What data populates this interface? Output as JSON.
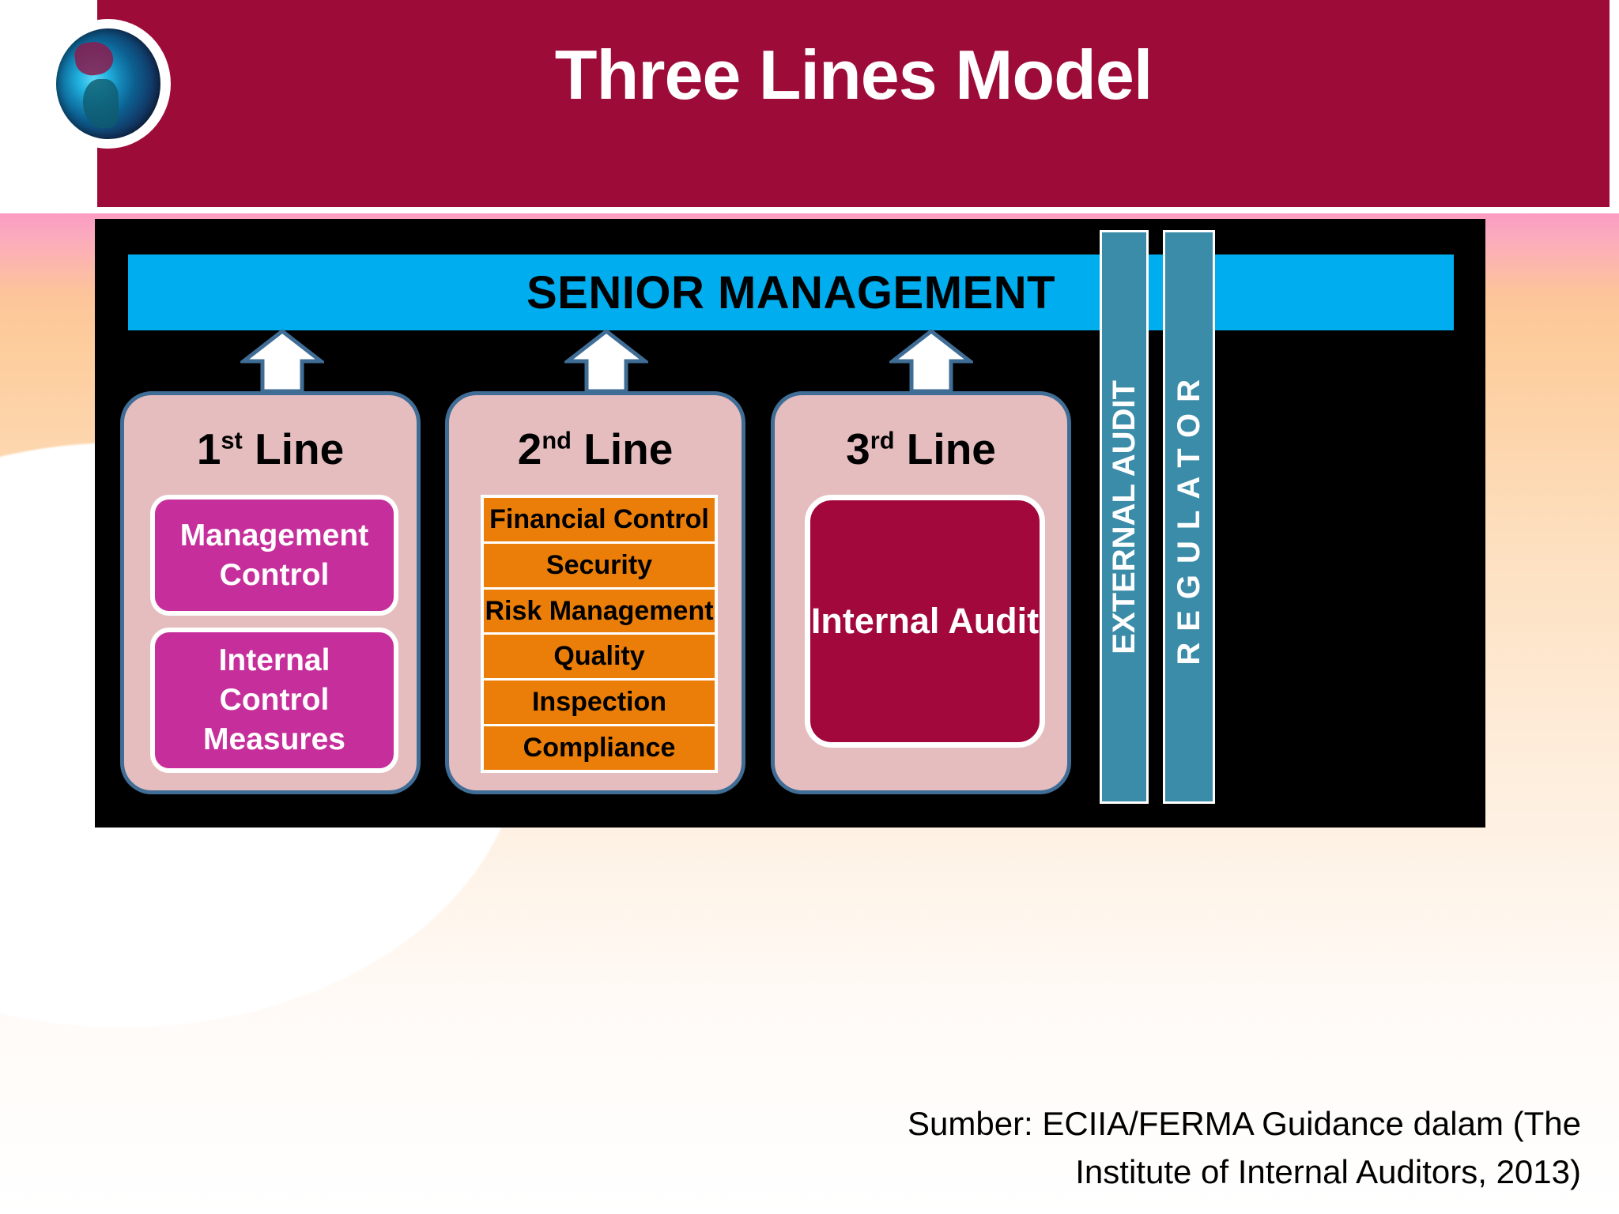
{
  "header": {
    "title": "Three Lines Model",
    "logo_icon": "globe-icon",
    "band_color": "#9d0b39"
  },
  "diagram": {
    "senior_management": {
      "label": "SENIOR  MANAGEMENT",
      "color": "#00ADEF",
      "text_color": "#000000"
    },
    "arrows": [
      {
        "name": "arrow-first-line",
        "direction": "up"
      },
      {
        "name": "arrow-second-line",
        "direction": "up"
      },
      {
        "name": "arrow-third-line",
        "direction": "up"
      }
    ],
    "lines": [
      {
        "ordinal": "1",
        "suffix": "st",
        "title_word": " Line",
        "panel_color": "#e5bdbf",
        "border_color": "#3f6d96",
        "boxes": [
          {
            "label": "Management Control",
            "color": "#c62f9b",
            "text_color": "#ffffff"
          },
          {
            "label": "Internal Control Measures",
            "color": "#c62f9b",
            "text_color": "#ffffff"
          }
        ]
      },
      {
        "ordinal": "2",
        "suffix": "nd",
        "title_word": " Line",
        "panel_color": "#e5bdbf",
        "border_color": "#3f6d96",
        "items_color": "#ea7e08",
        "items": [
          "Financial Control",
          "Security",
          "Risk Management",
          "Quality",
          "Inspection",
          "Compliance"
        ]
      },
      {
        "ordinal": "3",
        "suffix": "rd",
        "title_word": " Line",
        "panel_color": "#e5bdbf",
        "border_color": "#3f6d96",
        "boxes": [
          {
            "label": "Internal Audit",
            "color": "#a3083c",
            "text_color": "#ffffff"
          }
        ]
      }
    ],
    "side_bars": [
      {
        "label": "EXTERNAL AUDIT",
        "color": "#3b8ca8",
        "spaced": false
      },
      {
        "label": "REGULATOR",
        "color": "#3b8ca8",
        "spaced": true
      }
    ],
    "panel_background": "#000000"
  },
  "footer": {
    "line1": "Sumber: ECIIA/FERMA Guidance dalam (The",
    "line2": "Institute of Internal Auditors, 2013)"
  }
}
